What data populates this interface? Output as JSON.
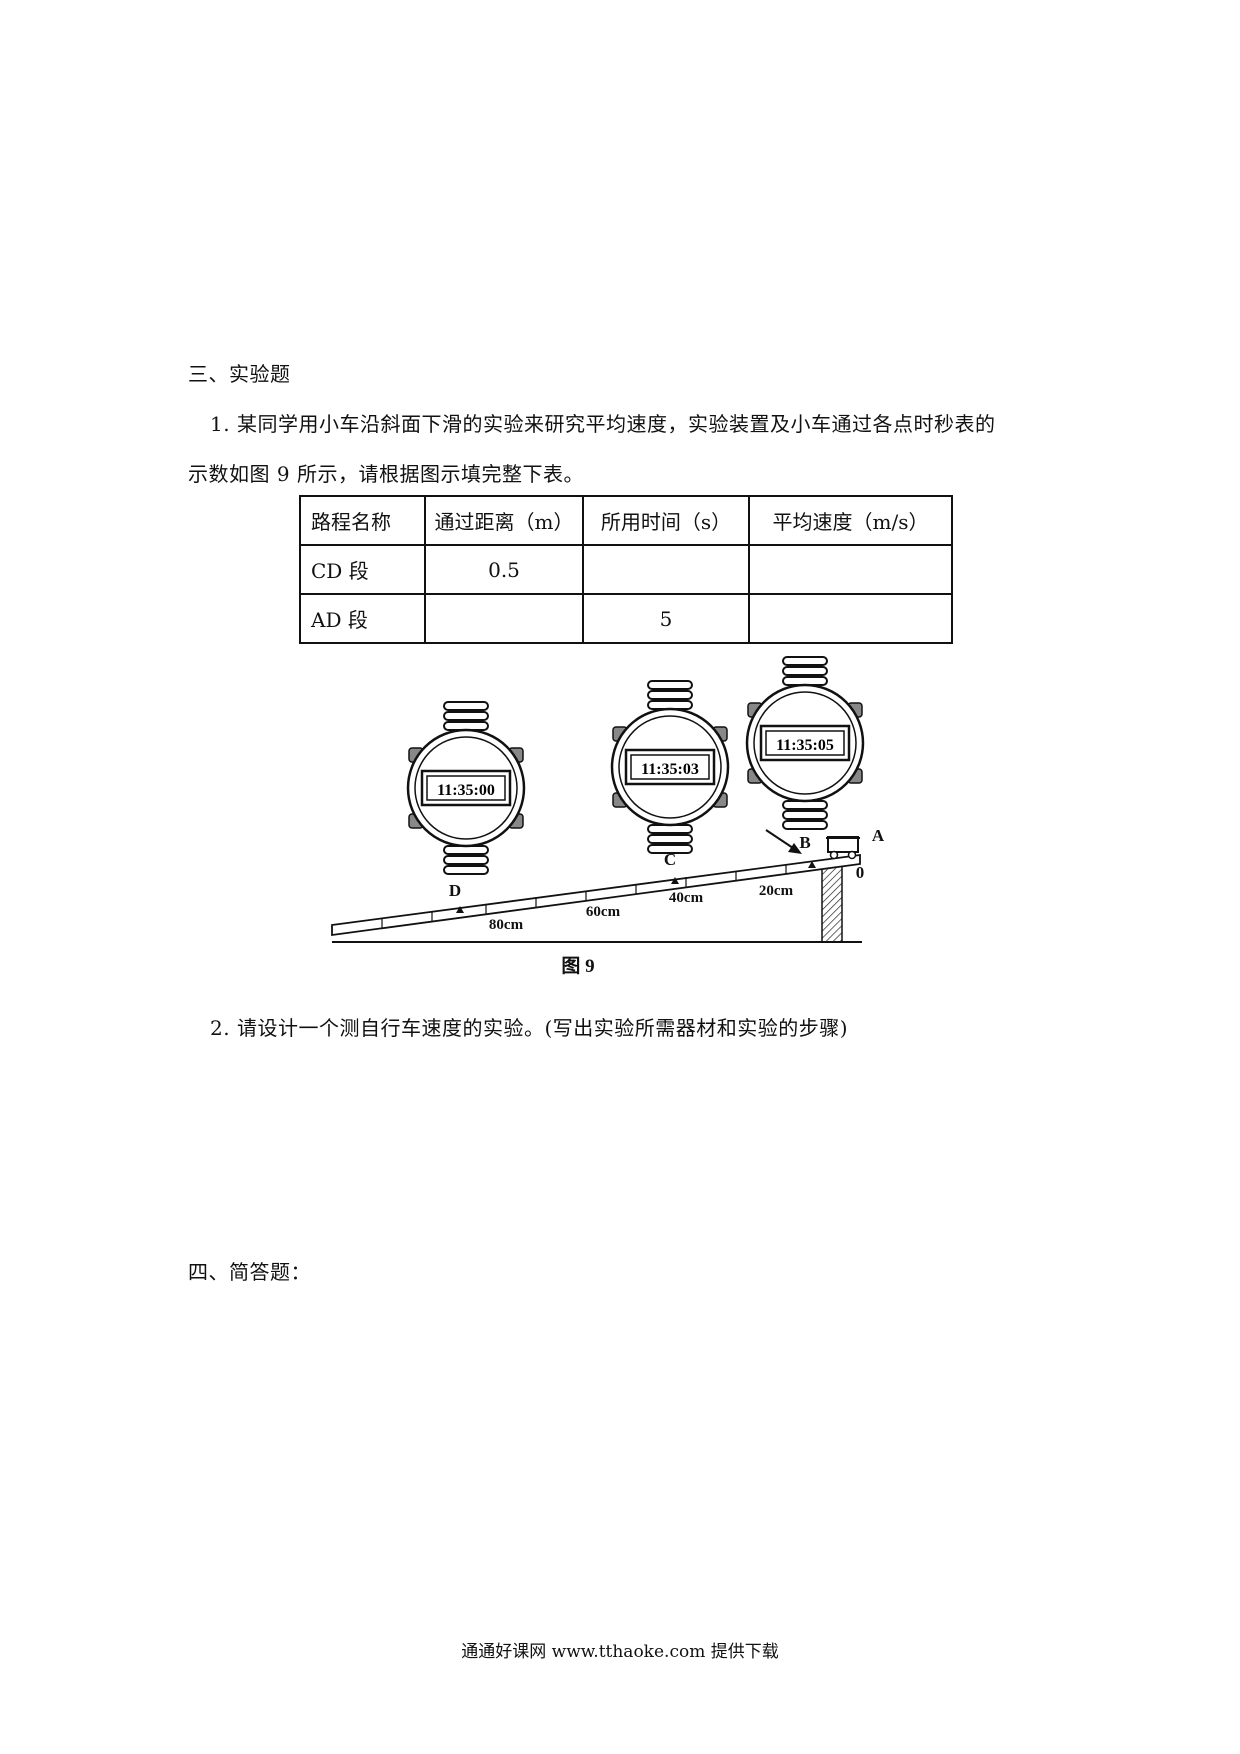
{
  "section3": {
    "heading": "三、实验题"
  },
  "q1": {
    "line1": "1.  某同学用小车沿斜面下滑的实验来研究平均速度，实验装置及小车通过各点时秒表的",
    "line2": "示数如图 9 所示，请根据图示填完整下表。"
  },
  "table": {
    "headers": [
      "路程名称",
      "通过距离（m）",
      "所用时间（s）",
      "平均速度（m/s）"
    ],
    "rows": [
      [
        "CD 段",
        "0.5",
        "",
        ""
      ],
      [
        "AD 段",
        "",
        "5",
        ""
      ]
    ]
  },
  "figure": {
    "watches": [
      "11:35:00",
      "11:35:03",
      "11:35:05"
    ],
    "labels": {
      "A": "A",
      "B": "B",
      "C": "C",
      "D": "D",
      "zero": "0"
    },
    "distances": [
      "80cm",
      "60cm",
      "40cm",
      "20cm"
    ],
    "caption": "图 9"
  },
  "q2": {
    "text": "2.  请设计一个测自行车速度的实验。(写出实验所需器材和实验的步骤)"
  },
  "section4": {
    "heading": "四、简答题："
  },
  "footer": {
    "text": "通通好课网  www.tthaoke.com  提供下载"
  }
}
